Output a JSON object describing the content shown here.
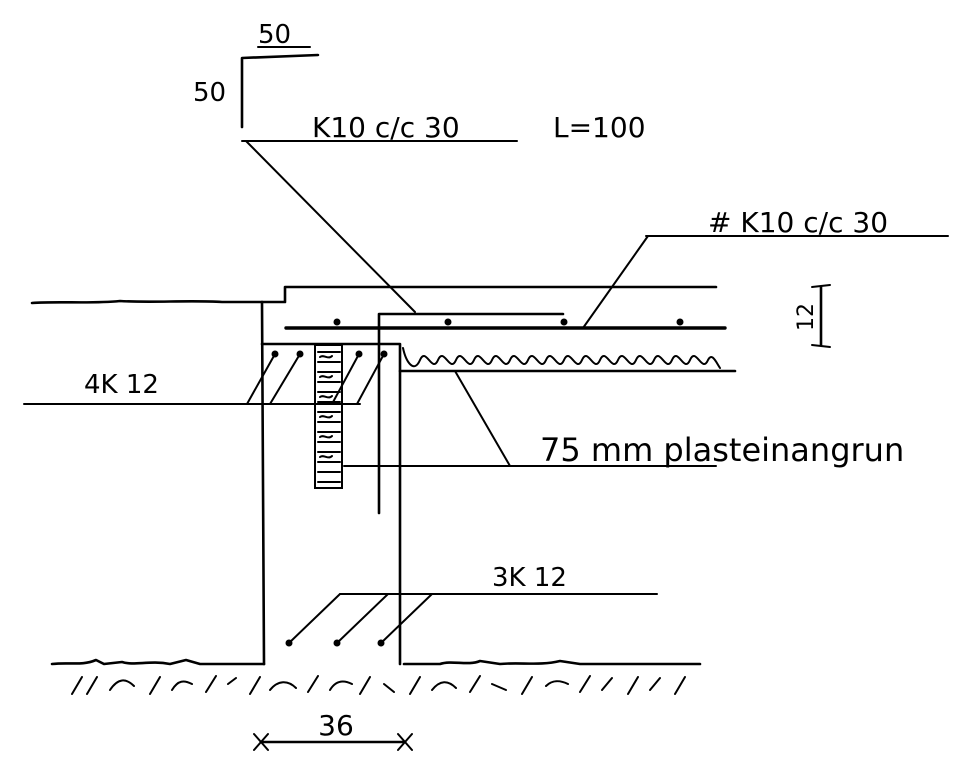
{
  "labels": {
    "hook_horizontal": "50",
    "hook_vertical": "50",
    "bent_bar_spec": "K10 c/c 30",
    "bent_bar_length": "L=100",
    "mesh_spec": "# K10 c/c 30",
    "slab_thickness": "12",
    "top_bars": "4K 12",
    "insulation": "75 mm plasteinangrun",
    "bottom_bars": "3K 12",
    "wall_width": "36"
  }
}
